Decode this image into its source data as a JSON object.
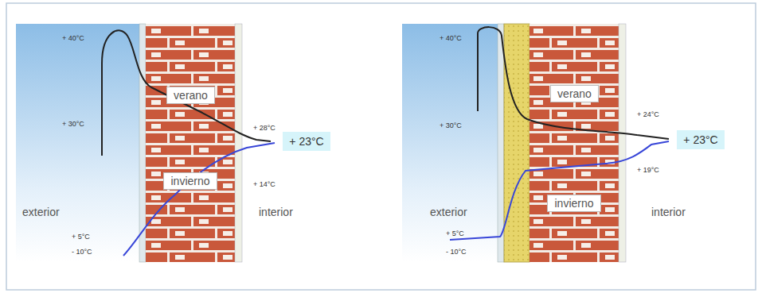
{
  "diagram": {
    "nodes": [
      {
        "text": [
          "verano"
        ]
      },
      {
        "text": [
          "invierno"
        ]
      },
      {
        "text": [
          "+ 23°C"
        ]
      },
      {
        "text": [
          "verano"
        ]
      },
      {
        "text": [
          "invierno"
        ]
      },
      {
        "text": [
          "+ 23°C"
        ]
      }
    ],
    "labels": [
      "+ 40°C",
      "+ 30°C",
      "+ 28°C",
      "+ 14°C",
      "exterior",
      "interior",
      "+ 5°C",
      "- 10°C",
      "+ 40°C",
      "+ 30°C",
      "+ 24°C",
      "+ 19°C",
      "exterior",
      "interior",
      "+ 5°C",
      "- 10°C"
    ]
  }
}
